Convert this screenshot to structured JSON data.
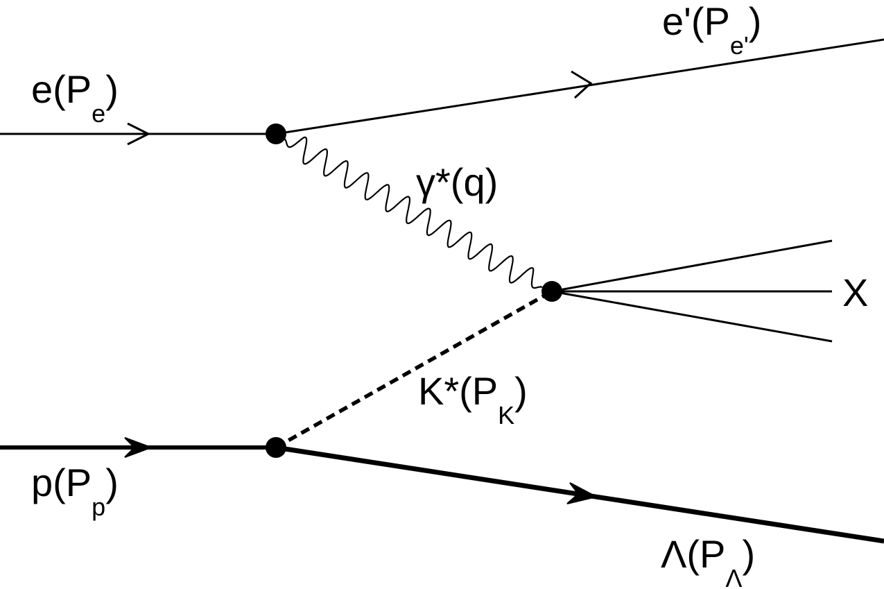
{
  "labels": {
    "incoming_electron": {
      "main": "e(P",
      "sub": "e",
      "close": ")"
    },
    "outgoing_electron": {
      "main": "e'(P",
      "sub": "e'",
      "close": ")"
    },
    "virtual_photon": {
      "main": "γ*(q)"
    },
    "hadronic_system": {
      "main": "X"
    },
    "kaon": {
      "main": "K*(P",
      "sub": "K",
      "close": ")"
    },
    "incoming_proton": {
      "main": "p(P",
      "sub": "p",
      "close": ")"
    },
    "lambda": {
      "main": "Λ(P",
      "sub": "Λ",
      "close": ")"
    }
  },
  "colors": {
    "ink": "#000000",
    "background": "#ffffff"
  }
}
